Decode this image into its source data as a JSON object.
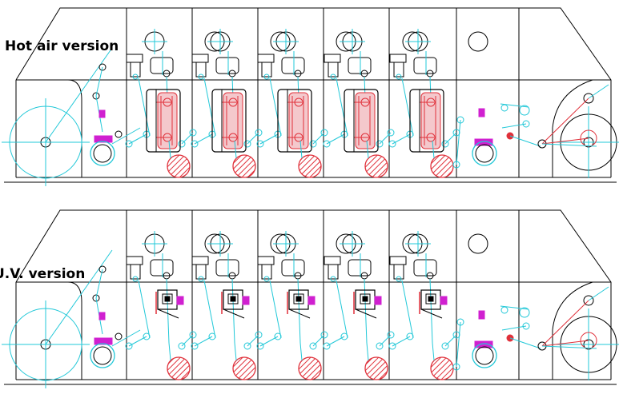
{
  "labels": {
    "top": "Hot air version",
    "bottom": "U.V. version"
  },
  "colors": {
    "frame": "#000000",
    "web_path": "#22c8d8",
    "heated_roller": "#e0303a",
    "dryer_fill": "#f4c8cc",
    "unwind_marker": "#d020d0",
    "background": "#ffffff"
  },
  "sections": [
    {
      "name": "hot-air-version",
      "dryer": "hot-air",
      "print_units": 5
    },
    {
      "name": "uv-version",
      "dryer": "uv-lamp",
      "print_units": 5
    }
  ]
}
